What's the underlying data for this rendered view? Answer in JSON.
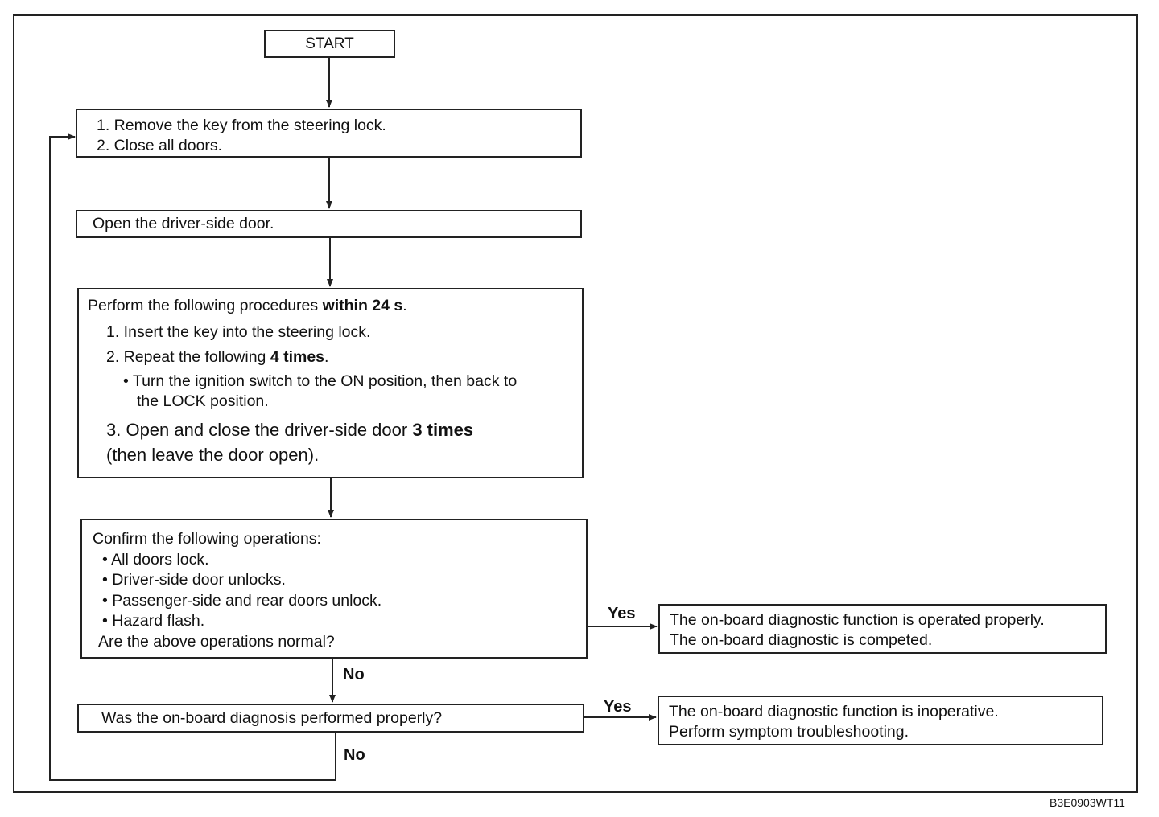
{
  "start": "START",
  "step1": {
    "line1": "1. Remove the key from the steering lock.",
    "line2": "2. Close all doors."
  },
  "step2": "Open the driver-side door.",
  "step3": {
    "intro_a": "Perform the following procedures ",
    "intro_b": "within 24 s",
    "intro_c": ".",
    "item1": "1. Insert the key into the steering lock.",
    "item2_a": "2. Repeat the following ",
    "item2_b": "4 times",
    "item2_c": ".",
    "bullet_line1": "• Turn the ignition switch to the ON position, then back to",
    "bullet_line2": "the LOCK position.",
    "item3_a": "3. Open and close the driver-side door ",
    "item3_b": "3 times",
    "item3_line2": "(then leave the door open)."
  },
  "step4": {
    "title": "Confirm the following operations:",
    "bullets": [
      "• All doors lock.",
      "• Driver-side door unlocks.",
      "• Passenger-side and rear doors unlock.",
      "• Hazard flash."
    ],
    "question": "Are the above operations normal?"
  },
  "result_ok": {
    "line1": "The on-board diagnostic function is operated properly.",
    "line2": "The on-board diagnostic is competed."
  },
  "step5": "Was the on-board diagnosis performed properly?",
  "result_fail": {
    "line1": "The on-board diagnostic function is inoperative.",
    "line2": "Perform symptom troubleshooting."
  },
  "labels": {
    "yes1": "Yes",
    "no1": "No",
    "yes2": "Yes",
    "no2": "No"
  },
  "figure_code": "B3E0903WT11"
}
